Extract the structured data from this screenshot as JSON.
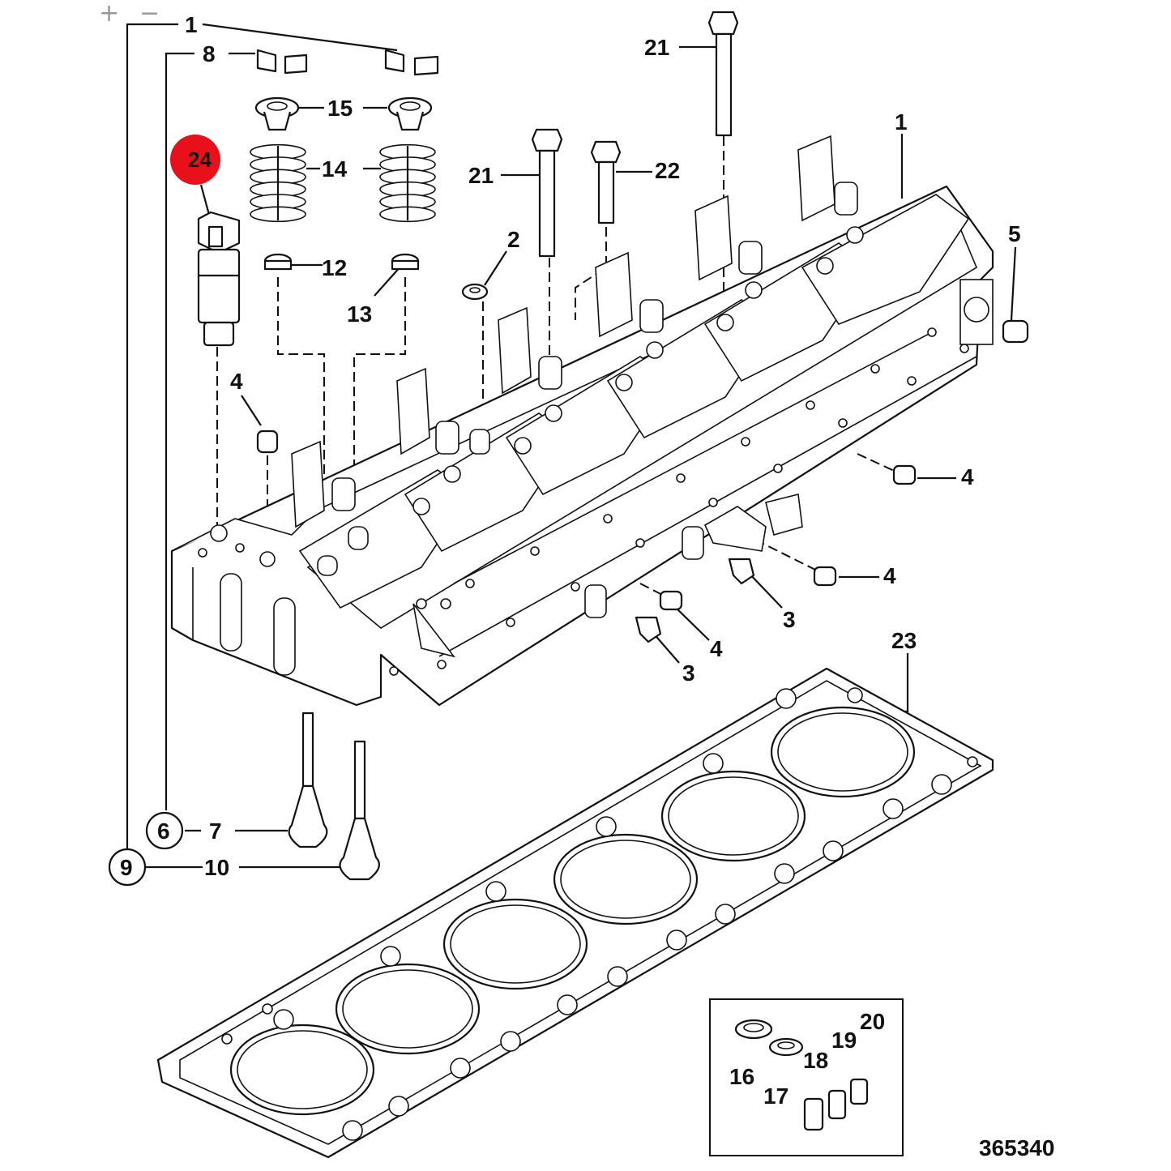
{
  "viewer": {
    "zoom_in": "+",
    "zoom_out": "−"
  },
  "figure_id": "365340",
  "highlight": {
    "label": "24",
    "color": "#e8101a"
  },
  "callouts": {
    "c1a": "1",
    "c8": "8",
    "c15": "15",
    "c14": "14",
    "c12": "12",
    "c13": "13",
    "c21a": "21",
    "c21b": "21",
    "c22": "22",
    "c2": "2",
    "c1b": "1",
    "c5": "5",
    "c4a": "4",
    "c4b": "4",
    "c4c": "4",
    "c4d": "4",
    "c3a": "3",
    "c3b": "3",
    "c23": "23",
    "c6": "6",
    "c7": "7",
    "c9": "9",
    "c10": "10",
    "c16": "16",
    "c17": "17",
    "c18": "18",
    "c19": "19",
    "c20": "20"
  }
}
